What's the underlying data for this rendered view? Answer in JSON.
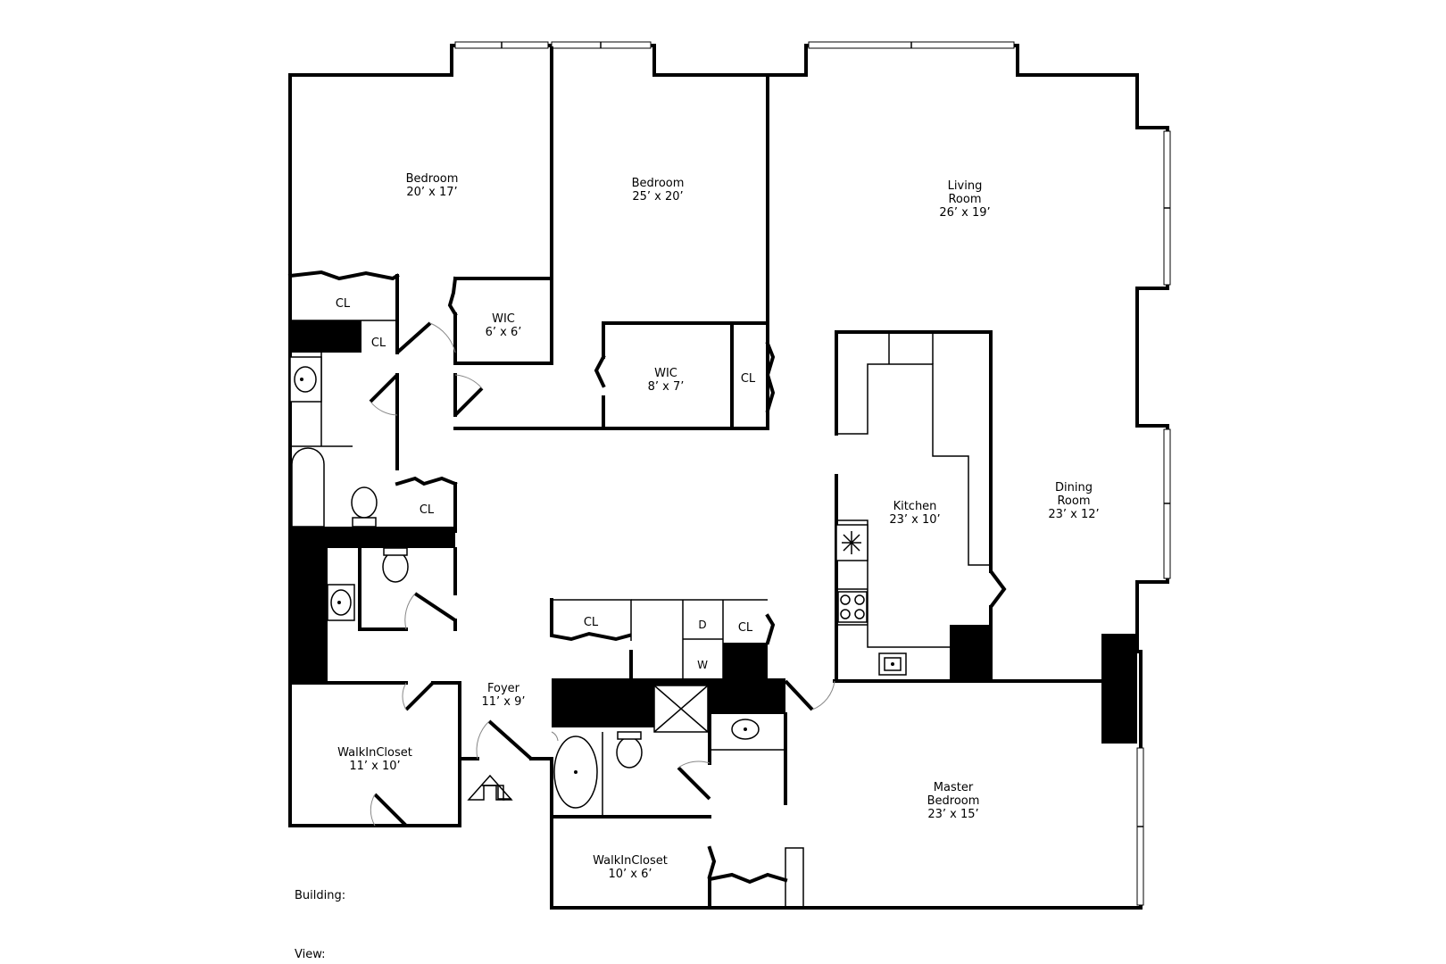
{
  "rooms": {
    "bedroom1": {
      "name": "Bedroom",
      "size": "20’ x 17’"
    },
    "bedroom2": {
      "name": "Bedroom",
      "size": "25’ x 20’"
    },
    "living": {
      "name1": "Living",
      "name2": "Room",
      "size": "26’ x 19’"
    },
    "wic1": {
      "name": "WIC",
      "size": "6’ x 6’"
    },
    "wic2": {
      "name": "WIC",
      "size": "8’ x 7’"
    },
    "kitchen": {
      "name": "Kitchen",
      "size": "23’ x 10’"
    },
    "dining": {
      "name1": "Dining",
      "name2": "Room",
      "size": "23’ x 12’"
    },
    "foyer": {
      "name": "Foyer",
      "size": "11’ x 9’"
    },
    "walkin1": {
      "name": "WalkInCloset",
      "size": "11’ x 10’"
    },
    "walkin2": {
      "name": "WalkInCloset",
      "size": "10’ x 6’"
    },
    "master": {
      "name1": "Master",
      "name2": "Bedroom",
      "size": "23’ x 15’"
    }
  },
  "closets": {
    "cl_top": "CL",
    "cl_small": "CL",
    "cl_wic2": "CL",
    "cl_hall": "CL",
    "cl_laundry": "CL",
    "cl_right": "CL"
  },
  "laundry": {
    "dryer": "D",
    "washer": "W"
  },
  "notes": {
    "building": "Building:",
    "view": "View:"
  },
  "colors": {
    "wall": "#000000",
    "background": "#ffffff"
  }
}
